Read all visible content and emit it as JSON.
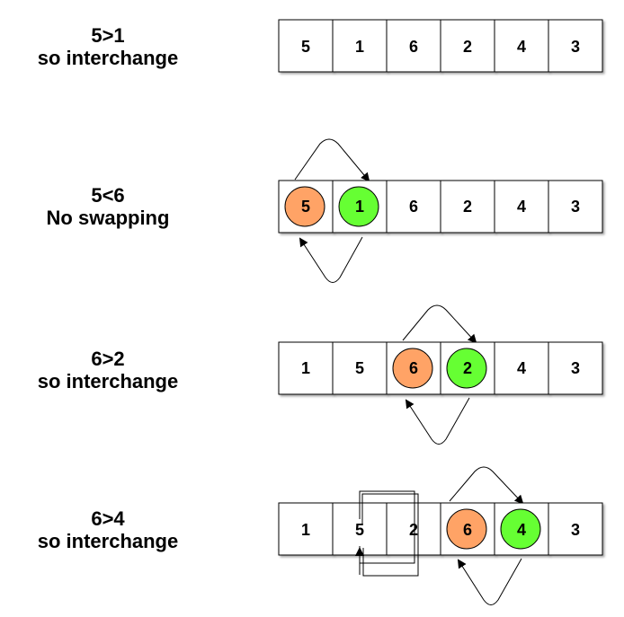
{
  "steps": [
    {
      "comparison": "5>1",
      "action": "so interchange",
      "array": [
        "5",
        "1",
        "6",
        "2",
        "4",
        "3"
      ],
      "highlight": [],
      "swap": null
    },
    {
      "comparison": "5<6",
      "action": "No swapping",
      "array": [
        "5",
        "1",
        "6",
        "2",
        "4",
        "3"
      ],
      "highlight": [
        0,
        1
      ],
      "swap": [
        0,
        1
      ]
    },
    {
      "comparison": "6>2",
      "action": "so interchange",
      "array": [
        "1",
        "5",
        "6",
        "2",
        "4",
        "3"
      ],
      "highlight": [
        2,
        3
      ],
      "swap": [
        2,
        3
      ]
    },
    {
      "comparison": "6>4",
      "action": "so interchange",
      "array": [
        "1",
        "5",
        "2",
        "6",
        "4",
        "3"
      ],
      "highlight": [
        3,
        4
      ],
      "swap": [
        3,
        4
      ]
    }
  ],
  "colors": {
    "orange_circle": "#FFA366",
    "green_circle": "#66FF33",
    "cell_border": "#000000",
    "cell_fill": "#FFFFFF"
  }
}
